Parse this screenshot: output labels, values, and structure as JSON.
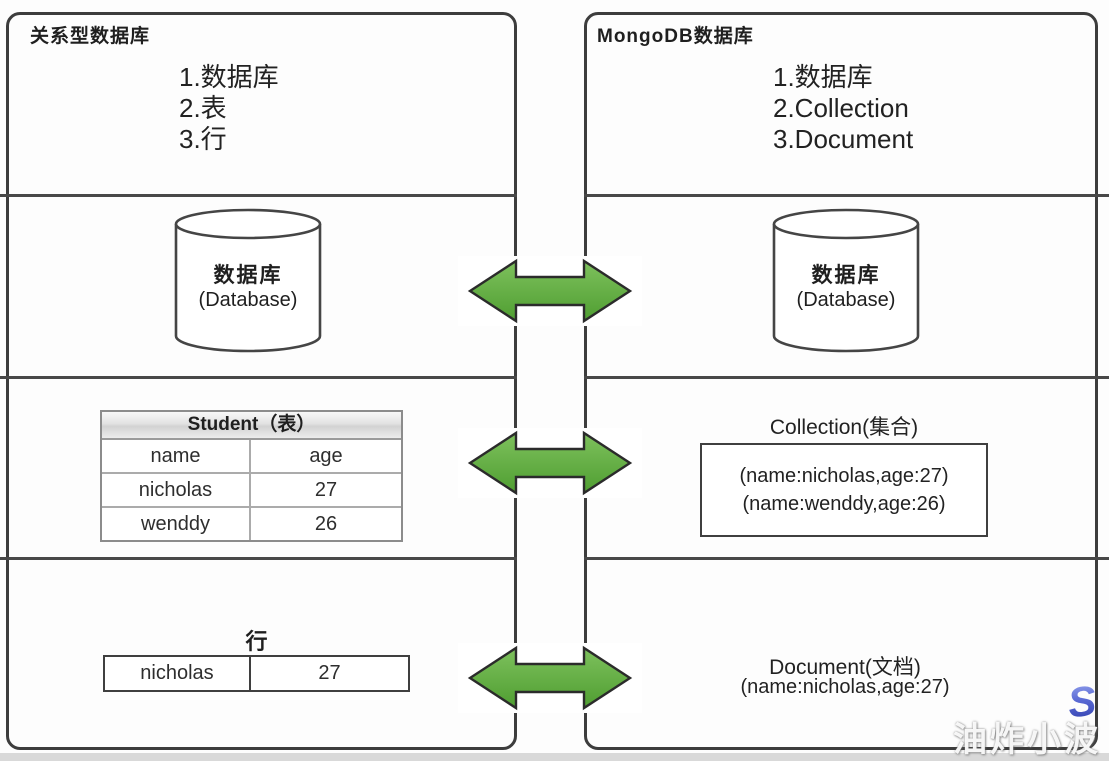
{
  "left_panel": {
    "title": "关系型数据库",
    "hierarchy": [
      "1.数据库",
      "2.表",
      "3.行"
    ],
    "database": {
      "label_cn": "数据库",
      "label_en": "(Database)"
    },
    "table": {
      "title": "Student（表）",
      "columns": [
        "name",
        "age"
      ],
      "rows": [
        [
          "nicholas",
          "27"
        ],
        [
          "wenddy",
          "26"
        ]
      ]
    },
    "row_section": {
      "label": "行",
      "cells": [
        "nicholas",
        "27"
      ]
    }
  },
  "right_panel": {
    "title": "MongoDB数据库",
    "hierarchy": [
      "1.数据库",
      "2.Collection",
      "3.Document"
    ],
    "database": {
      "label_cn": "数据库",
      "label_en": "(Database)"
    },
    "collection": {
      "title": "Collection(集合)",
      "documents": [
        "(name:nicholas,age:27)",
        "(name:wenddy,age:26)"
      ]
    },
    "document": {
      "title": "Document(文档)",
      "content": "(name:nicholas,age:27)"
    }
  },
  "watermark": {
    "logo": "S",
    "text": "油炸小波"
  },
  "colors": {
    "arrow_green_light": "#7ec15d",
    "arrow_green_dark": "#4f9e31",
    "arrow_border": "#2b2b2b",
    "panel_border": "#3d3d3d",
    "bottom_band": "#d9d9d9"
  }
}
